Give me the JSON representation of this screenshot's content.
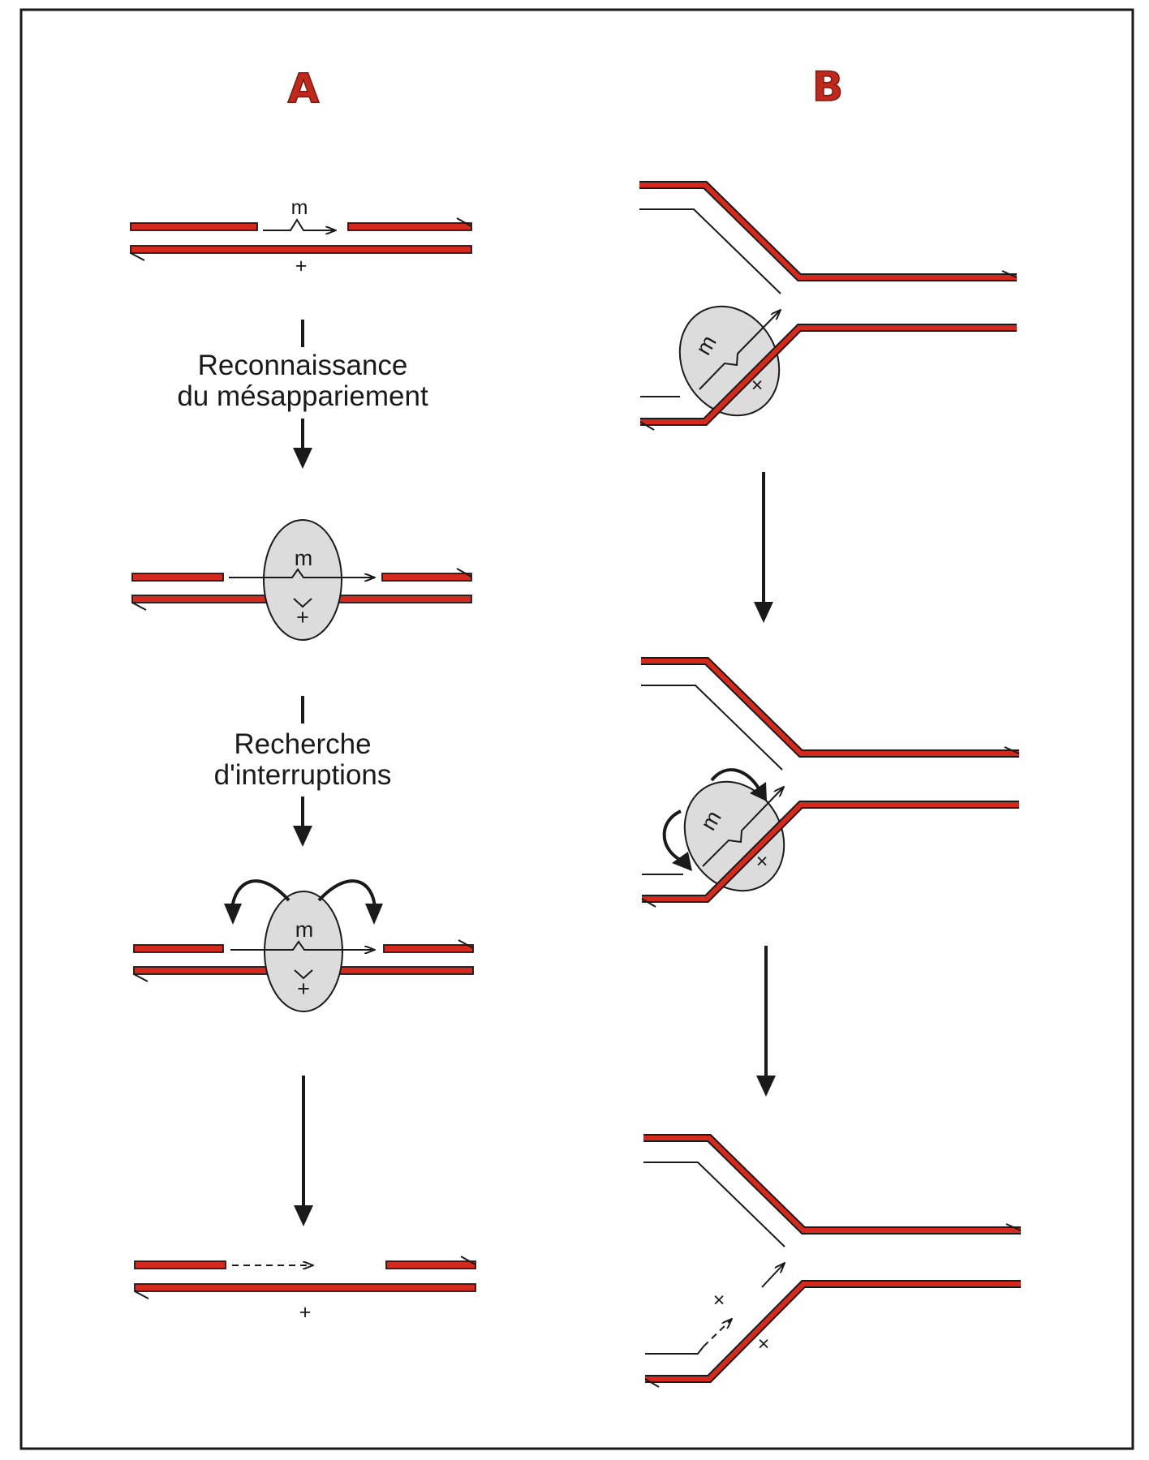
{
  "panels": {
    "a_label": "A",
    "b_label": "B"
  },
  "colors": {
    "strand": "#d42a1e",
    "protein": "#dcdcdc",
    "ink": "#1a1a1a",
    "panel_label": "#c0281c"
  },
  "panel_a": {
    "step1_line1": "Reconnaissance",
    "step1_line2": "du mésappariement",
    "step2_line1": "Recherche",
    "step2_line2": "d'interruptions",
    "mismatch_mark": "m",
    "strand_mark": "+"
  },
  "panel_b": {
    "mismatch_mark": "m",
    "strand_mark": "×"
  }
}
